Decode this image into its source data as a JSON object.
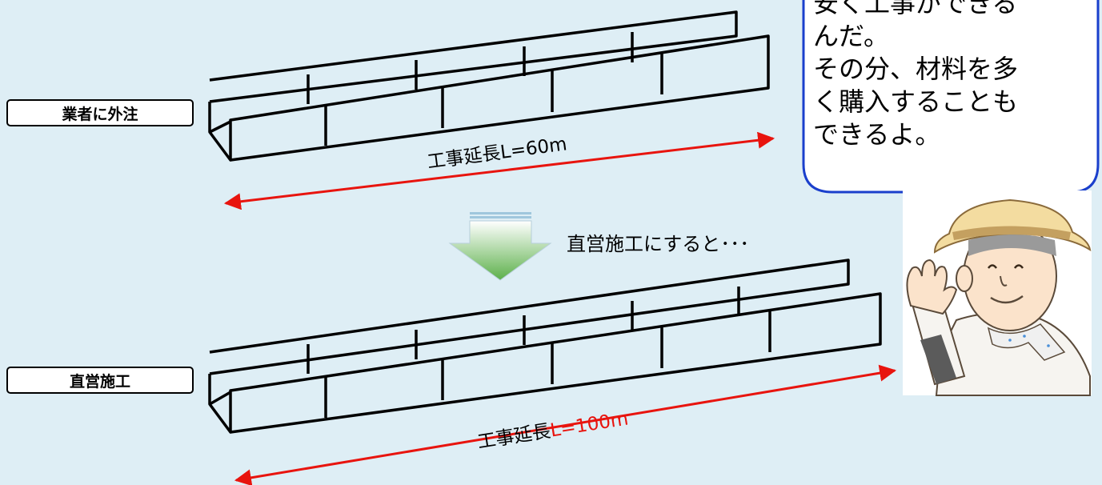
{
  "labels": {
    "contractor": "業者に外注",
    "direct": "直営施工"
  },
  "arrow_caption": "直営施工にすると･･･",
  "length_top": {
    "prefix": "工事延長",
    "value": "L=60m"
  },
  "length_bottom": {
    "prefix": "工事延長",
    "value": "L=100m"
  },
  "speech_bubble": {
    "lines": [
      "安く工事ができる",
      "んだ。",
      "その分、材料を多",
      "く購入することも",
      "できるよ。"
    ]
  },
  "colors": {
    "background": "#deeef5",
    "length_arrow": "#e8140e",
    "highlight_value": "#e8140e",
    "bubble_border": "#1a3fcc",
    "down_arrow_top": "#ffffff",
    "down_arrow_bottom": "#5cb04a"
  },
  "icons": {
    "character": "farmer-waving-icon",
    "down_arrow": "down-arrow-icon",
    "channel": "u-channel-icon"
  }
}
